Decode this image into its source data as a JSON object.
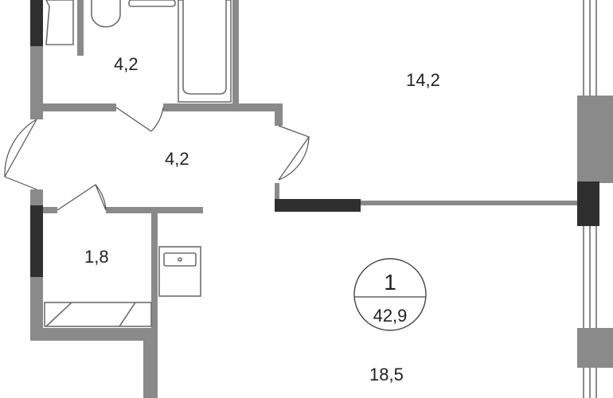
{
  "rooms": [
    {
      "id": "bathroom",
      "area": "4,2"
    },
    {
      "id": "living-room",
      "area": "14,2"
    },
    {
      "id": "hallway",
      "area": "4,2"
    },
    {
      "id": "storage",
      "area": "1,8"
    },
    {
      "id": "kitchen-room",
      "area": "18,5"
    }
  ],
  "badge": {
    "rooms_count": "1",
    "total_area": "42,9"
  },
  "colors": {
    "wall": "#8a8a8a",
    "wall_dark": "#2f2f2f",
    "line": "#6e6e6e"
  }
}
